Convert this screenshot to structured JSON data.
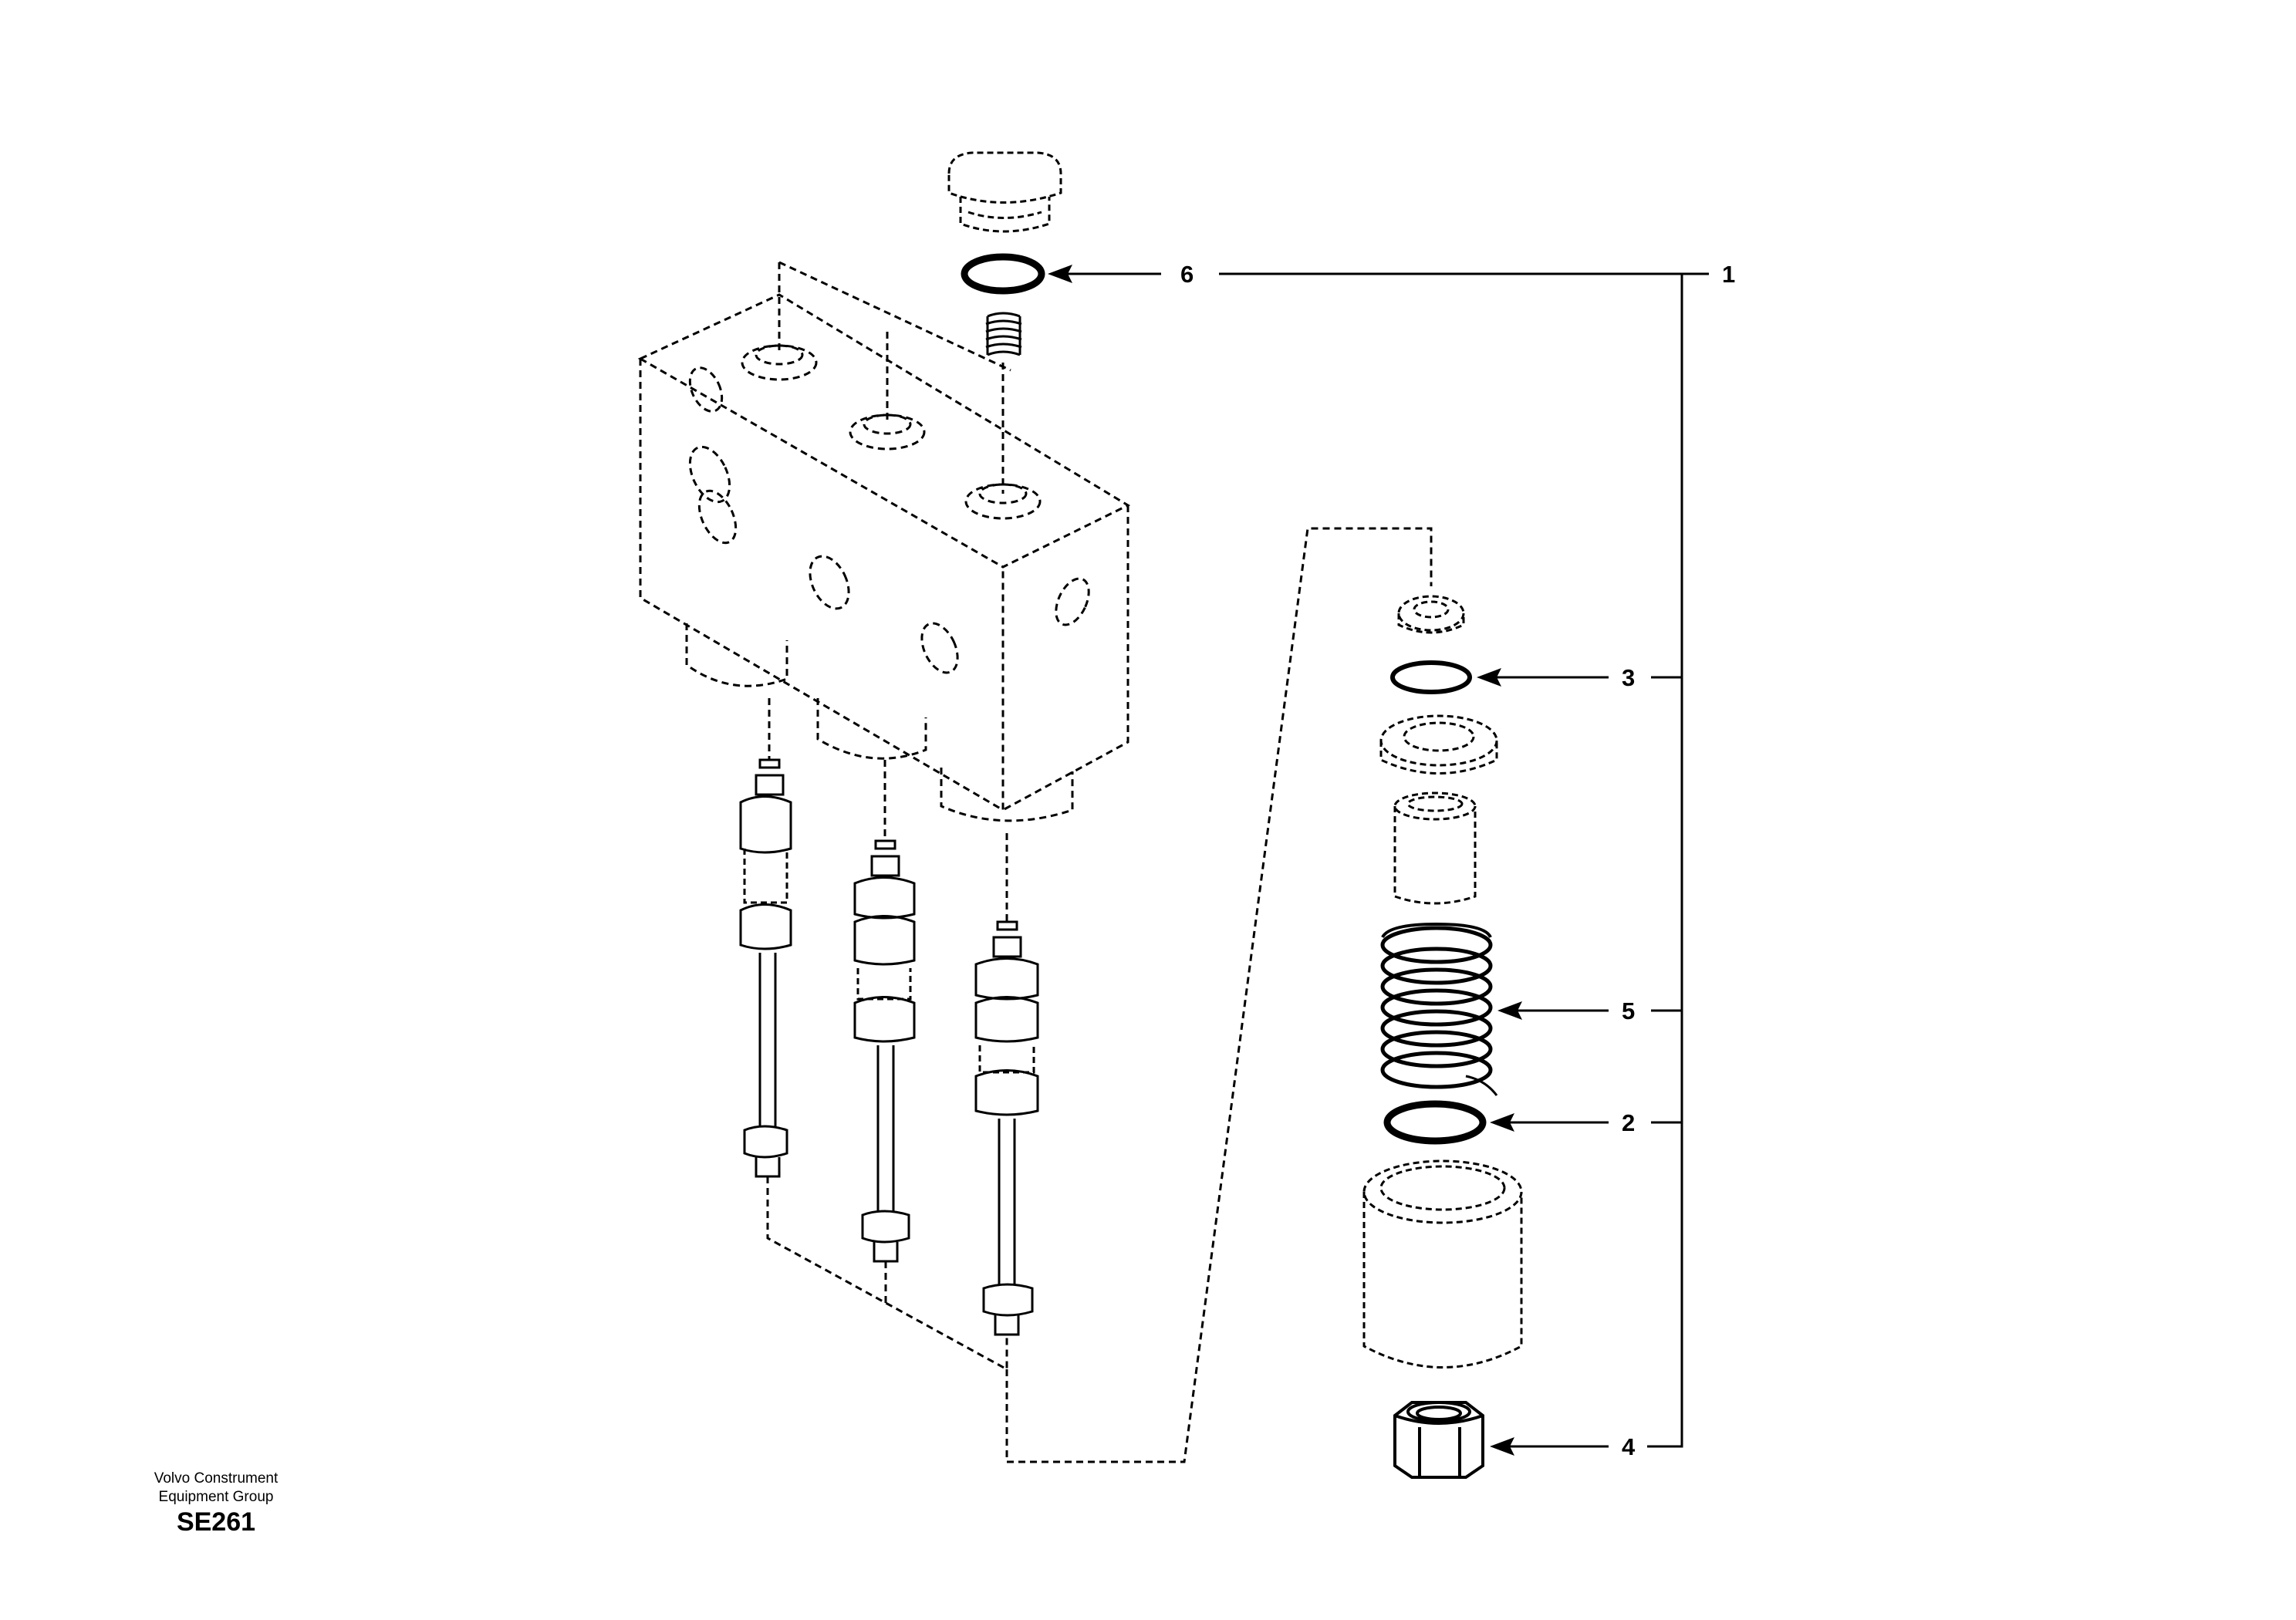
{
  "footer": {
    "company_line1": "Volvo Construment",
    "company_line2": "Equipment Group",
    "sheet_code": "SE261"
  },
  "callouts": {
    "c1": "1",
    "c2": "2",
    "c3": "3",
    "c4": "4",
    "c5": "5",
    "c6": "6"
  },
  "colors": {
    "ink": "#000000",
    "paper": "#ffffff"
  }
}
